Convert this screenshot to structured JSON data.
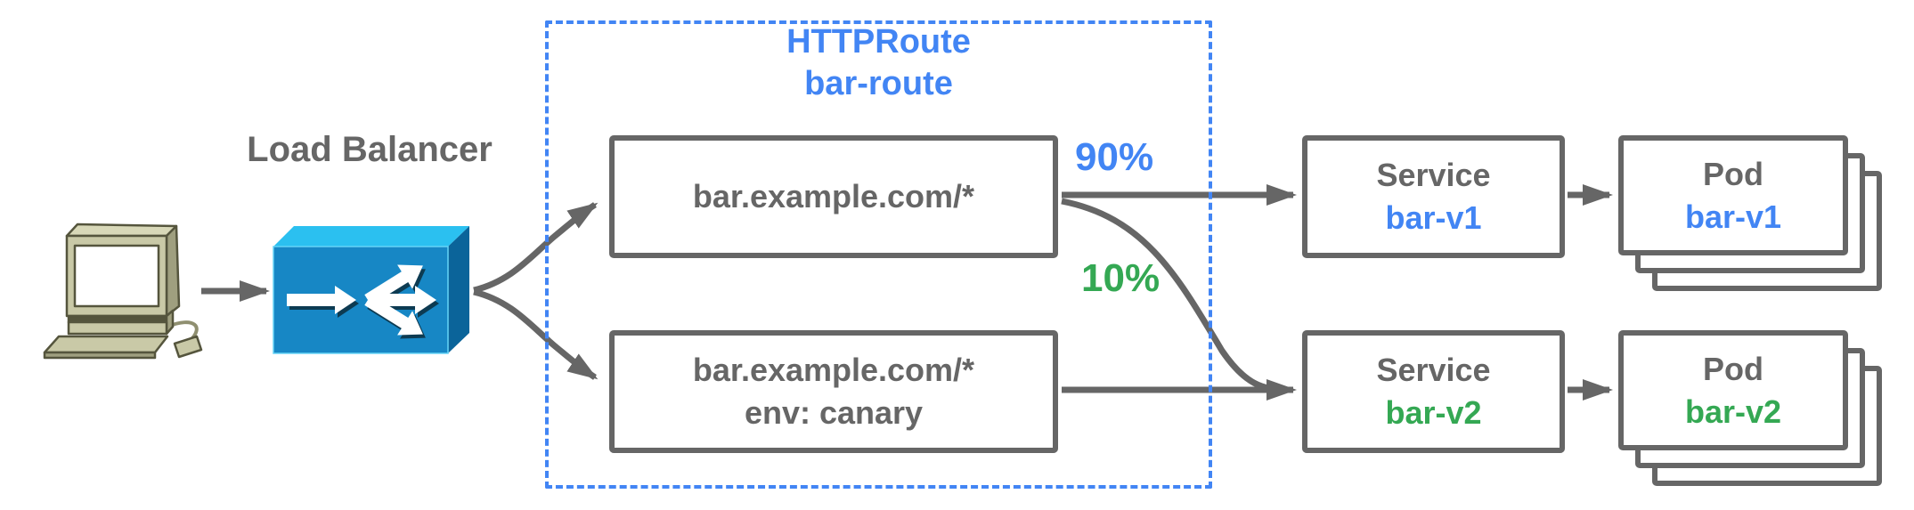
{
  "diagram_type": "gateway-api-traffic-splitting",
  "load_balancer": {
    "label": "Load Balancer"
  },
  "httproute": {
    "kind": "HTTPRoute",
    "name": "bar-route",
    "rules": {
      "primary": {
        "match": "bar.example.com/*"
      },
      "canary": {
        "match": "bar.example.com/*",
        "header": "env: canary"
      }
    }
  },
  "weights": {
    "to_v1": "90%",
    "to_v2": "10%"
  },
  "services": {
    "v1": {
      "kind": "Service",
      "name": "bar-v1"
    },
    "v2": {
      "kind": "Service",
      "name": "bar-v2"
    }
  },
  "pods": {
    "v1": {
      "kind": "Pod",
      "name": "bar-v1"
    },
    "v2": {
      "kind": "Pod",
      "name": "bar-v2"
    }
  },
  "colors": {
    "accent_blue": "#4285F4",
    "accent_green": "#34A853",
    "line_gray": "#666666",
    "lb_top": "#2BC0F0",
    "lb_front": "#1787C5",
    "lb_side": "#0B649A"
  }
}
